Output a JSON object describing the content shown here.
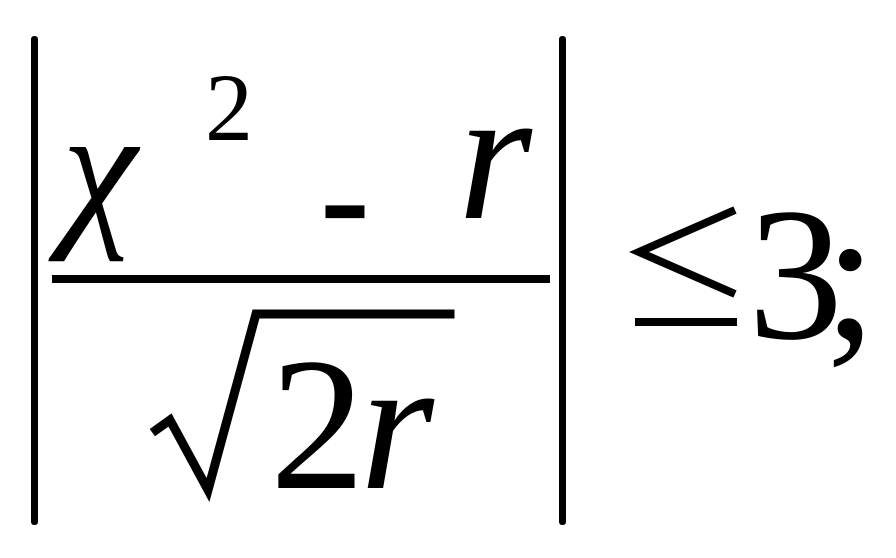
{
  "formula": {
    "numerator": {
      "variable": "χ",
      "exponent": "2",
      "operator": "-",
      "term": "r"
    },
    "denominator": {
      "radicand_coefficient": "2",
      "radicand_variable": "r"
    },
    "relation": "≤",
    "bound": "3",
    "terminator": ";"
  }
}
